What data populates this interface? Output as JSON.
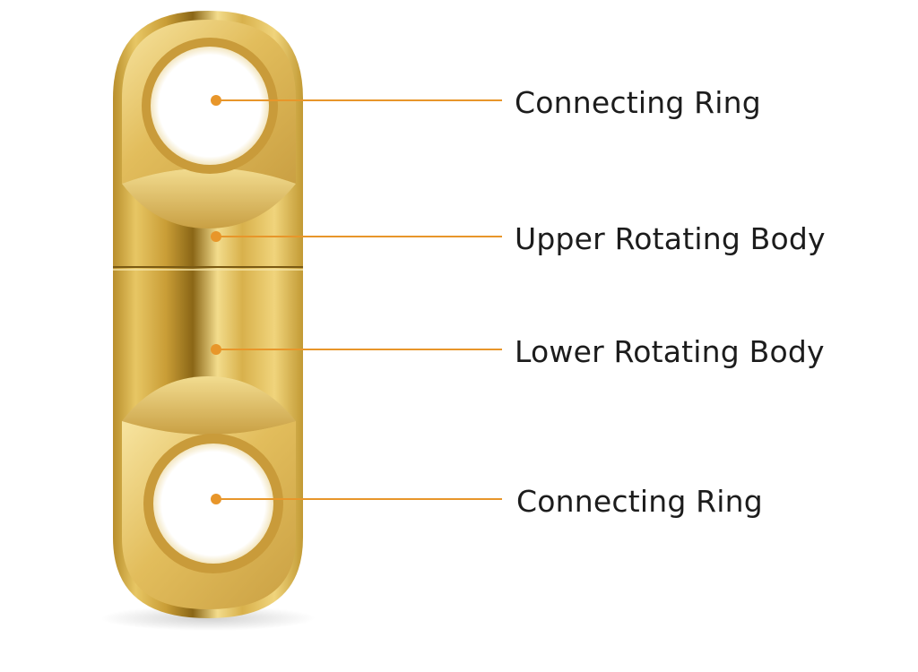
{
  "diagram": {
    "annotations": [
      {
        "id": "top-ring",
        "text": "Connecting Ring"
      },
      {
        "id": "upper-body",
        "text": "Upper Rotating Body"
      },
      {
        "id": "lower-body",
        "text": "Lower Rotating Body"
      },
      {
        "id": "bottom-ring",
        "text": "Connecting Ring"
      }
    ]
  },
  "colors": {
    "background": "#ffffff",
    "leader_line": "#e8962a",
    "label_text": "#1c1c1c",
    "brass_light": "#f6e19a",
    "brass_mid": "#d9b24e",
    "brass_dark": "#a57e24"
  }
}
